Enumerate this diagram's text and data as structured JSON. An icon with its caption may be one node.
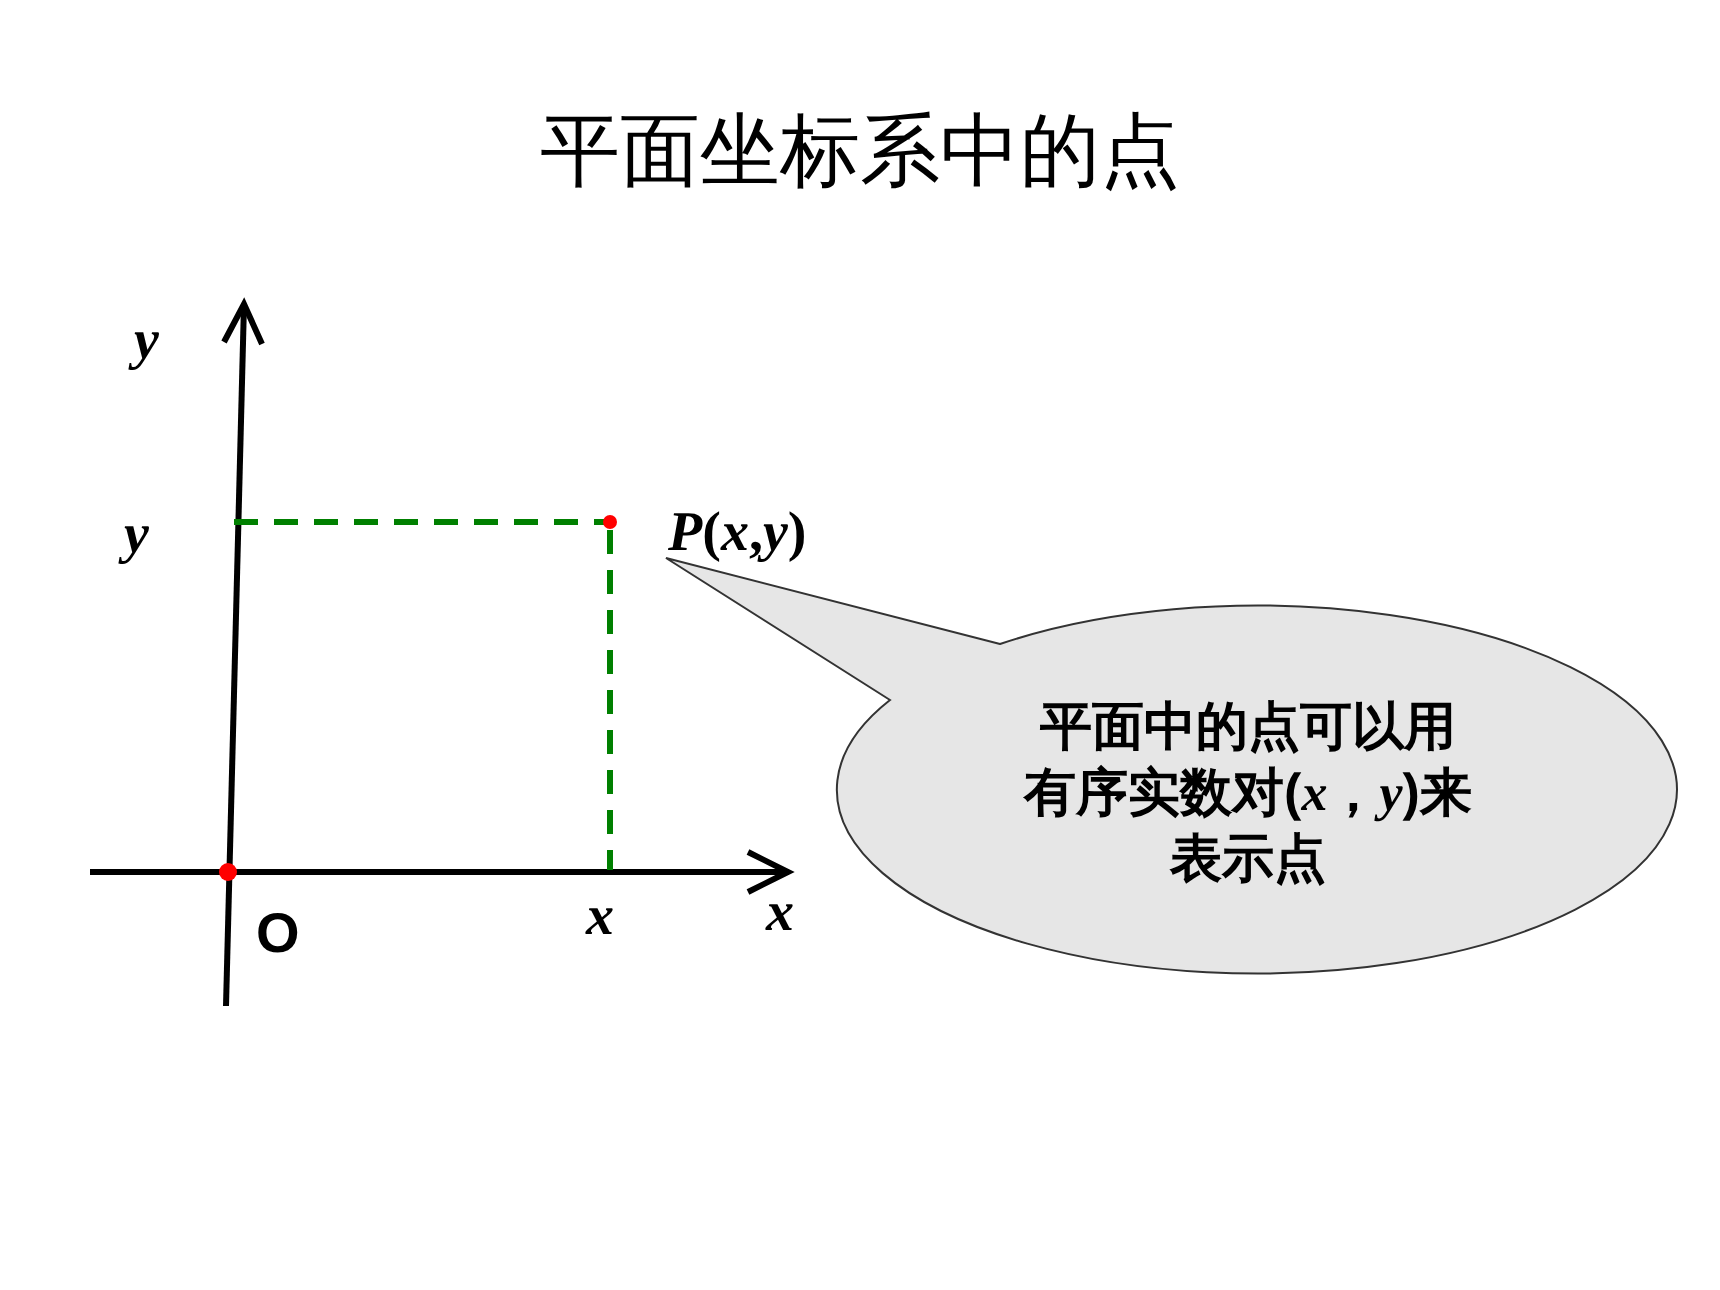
{
  "diagram": {
    "title": "平面坐标系中的点",
    "nodes": [
      {
        "text": [
          "平面中的点可以用有序实数对(*x*，*y*)来表示点"
        ]
      }
    ],
    "edges": [],
    "labels": [
      "y",
      "y",
      "*P*(*x*,*y*)",
      "O",
      "x",
      "x"
    ]
  }
}
